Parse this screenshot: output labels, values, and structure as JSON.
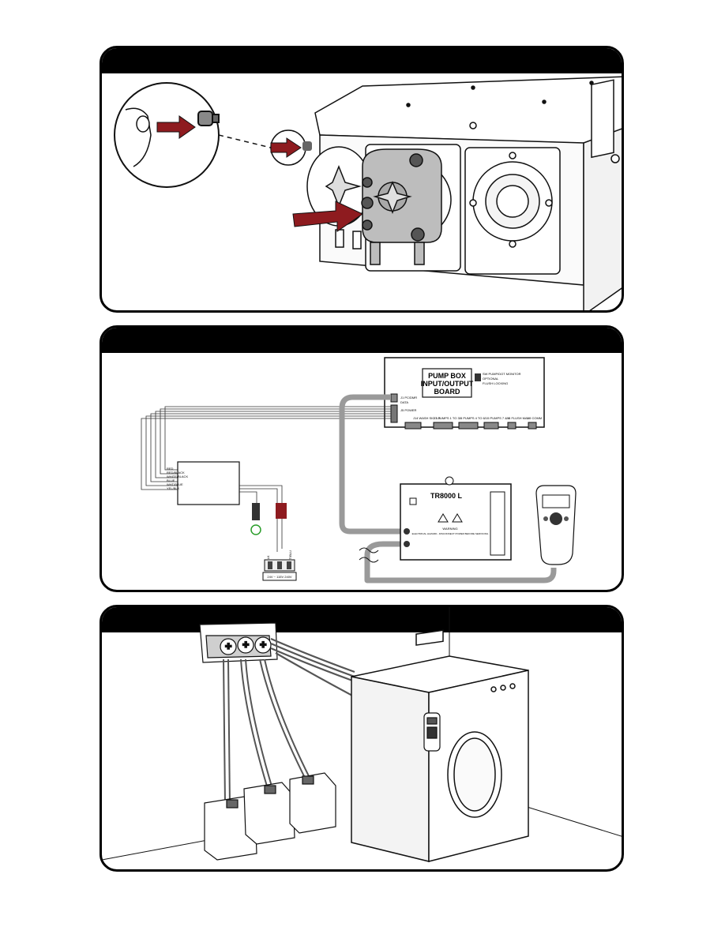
{
  "panel2": {
    "board": {
      "title_line1": "PUMP BOX",
      "title_line2": "INPUT/OUTPUT",
      "title_line3": "BOARD",
      "switch_label_1": "SW PUMP/DOT MONITOR",
      "switch_label_2": "OPTIONAL",
      "switch_label_3": "FLUSH LOCKING",
      "j1_label": "J1 PC/DMR",
      "j1_sub": "DATA",
      "power_label": "J5 POWER",
      "j4_label": "J14 WASH SIG 1-3",
      "j7_label": "J7 PUMPS 1 TO 3",
      "j8_label": "J8 PUMPS 4 TO 6",
      "j9_label": "J15 PUMPS 7 & 8",
      "j10_label": "J 6 FLUSH MAN",
      "j11_label": "J 9 COMM"
    },
    "controller": {
      "model": "TR8000 L",
      "warning_title": "WARNING",
      "warning_text": "ELECTRICAL HAZARD - DISCONNECT POWER BEFORE SERVICING"
    },
    "wire_labels": [
      "RED",
      "RED/BLACK",
      "WHITE/BLACK",
      "BLUE",
      "WHT/BLUE",
      "YEL/BLK"
    ],
    "power_labels": {
      "blk": "BLK",
      "wht_blu": "WHT/BLU",
      "terminal": "24V ~ 115V 240V"
    }
  }
}
